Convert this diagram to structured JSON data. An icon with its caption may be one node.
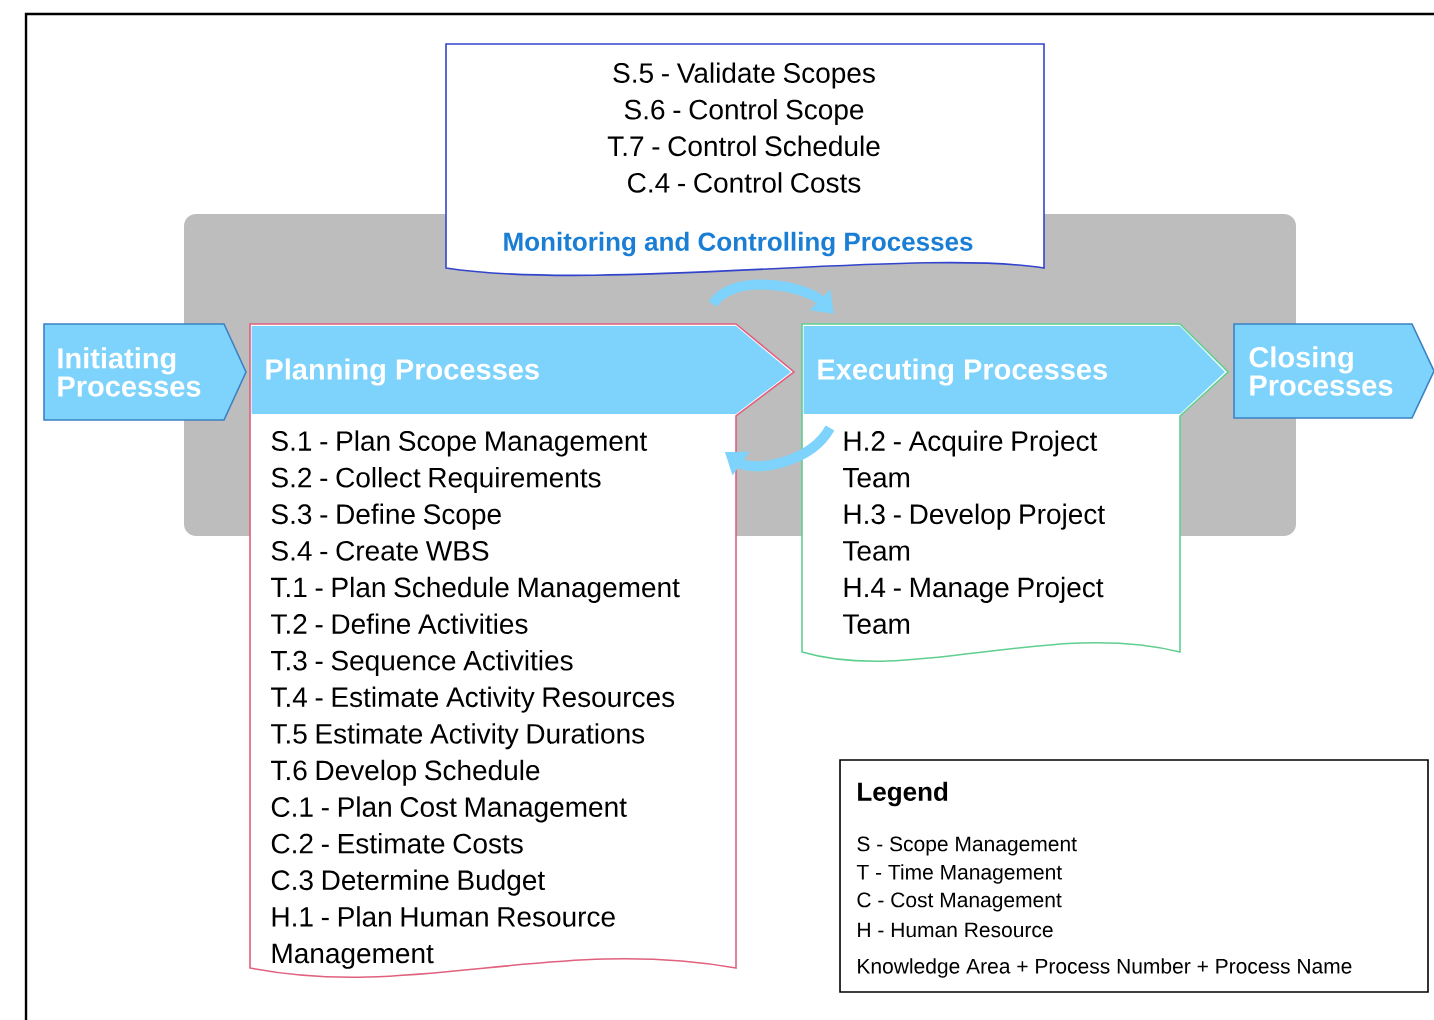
{
  "diagram": {
    "nodes": [
      {
        "text": [
          "S.5 - Validate Scopes",
          "S.6 - Control Scope",
          "T.7 - Control Schedule",
          "C.4 - Control Costs",
          "Monitoring and Controlling Processes"
        ]
      },
      {
        "text": [
          "Initiating Processes"
        ]
      },
      {
        "text": [
          "Planning Processes",
          "S.1 - Plan Scope Management",
          "S.2 - Collect Requirements",
          "S.3 - Define Scope",
          "S.4 - Create WBS",
          "T.1 - Plan Schedule Management",
          "T.2 - Define Activities",
          "T.3 - Sequence Activities",
          "T.4 - Estimate Activity Resources",
          "T.5 Estimate Activity Durations",
          "T.6 Develop Schedule",
          "C.1 - Plan Cost Management",
          "C.2 - Estimate Costs",
          "C.3 Determine Budget",
          "H.1 - Plan Human Resource Management"
        ]
      },
      {
        "text": [
          "Executing Processes",
          "H.2 - Acquire Project Team",
          "H.3 - Develop Project Team",
          "H.4 - Manage Project Team"
        ]
      },
      {
        "text": [
          "Closing Processes"
        ]
      }
    ],
    "edges": [
      {
        "from": 2,
        "to": 3,
        "arrow": "to"
      },
      {
        "from": 3,
        "to": 2,
        "arrow": "to"
      }
    ],
    "labels": [
      "Legend"
    ],
    "legend": [
      {
        "text": "S - Scope Management"
      },
      {
        "text": "T - Time Management"
      },
      {
        "text": "C - Cost Management"
      },
      {
        "text": "H - Human Resource"
      },
      {
        "text": "Knowledge Area + Process Number + Process Name"
      }
    ]
  }
}
